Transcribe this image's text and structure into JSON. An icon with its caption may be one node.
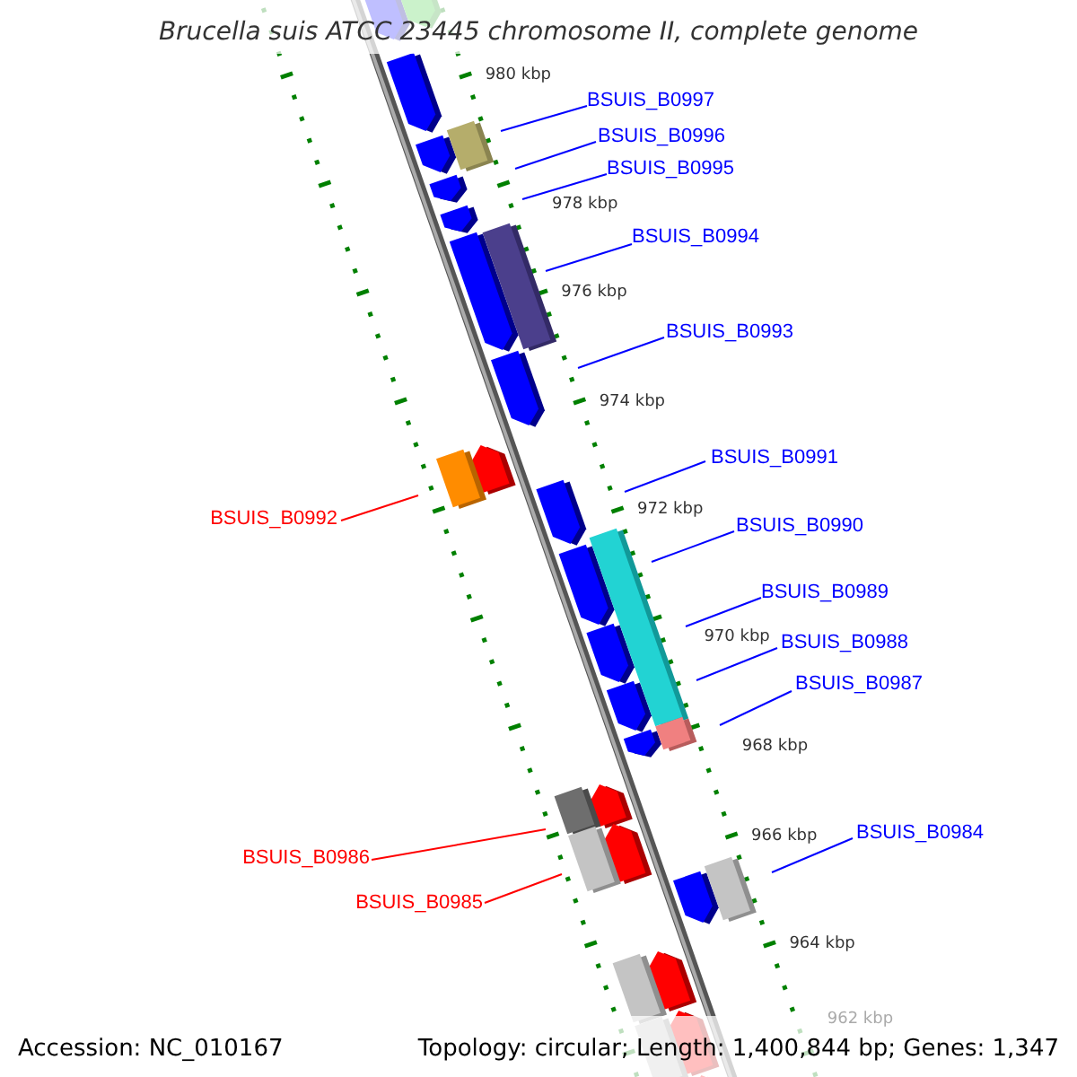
{
  "diagram": {
    "title": "Brucella suis ATCC 23445 chromosome II, complete genome",
    "nodes": [
      {
        "text": [
          "BSUIS_B0997"
        ]
      },
      {
        "text": [
          "BSUIS_B0996"
        ]
      },
      {
        "text": [
          "BSUIS_B0995"
        ]
      },
      {
        "text": [
          "BSUIS_B0994"
        ]
      },
      {
        "text": [
          "BSUIS_B0993"
        ]
      },
      {
        "text": [
          "BSUIS_B0991"
        ]
      },
      {
        "text": [
          "BSUIS_B0992"
        ]
      },
      {
        "text": [
          "BSUIS_B0990"
        ]
      },
      {
        "text": [
          "BSUIS_B0989"
        ]
      },
      {
        "text": [
          "BSUIS_B0988"
        ]
      },
      {
        "text": [
          "BSUIS_B0987"
        ]
      },
      {
        "text": [
          "BSUIS_B0984"
        ]
      },
      {
        "text": [
          "BSUIS_B0986"
        ]
      },
      {
        "text": [
          "BSUIS_B0985"
        ]
      }
    ],
    "edges": [
      {
        "from": 0,
        "to": null,
        "arrow": "none"
      },
      {
        "from": 1,
        "to": null,
        "arrow": "none"
      },
      {
        "from": 2,
        "to": null,
        "arrow": "none"
      },
      {
        "from": 3,
        "to": null,
        "arrow": "none"
      },
      {
        "from": 4,
        "to": null,
        "arrow": "none"
      },
      {
        "from": 5,
        "to": null,
        "arrow": "none"
      },
      {
        "from": 6,
        "to": null,
        "arrow": "none",
        "color": "#ff0000"
      },
      {
        "from": 7,
        "to": null,
        "arrow": "none"
      },
      {
        "from": 8,
        "to": null,
        "arrow": "none"
      },
      {
        "from": 9,
        "to": null,
        "arrow": "none"
      },
      {
        "from": 10,
        "to": null,
        "arrow": "none"
      },
      {
        "from": 11,
        "to": null,
        "arrow": "none"
      },
      {
        "from": 12,
        "to": null,
        "arrow": "none",
        "color": "#ff0000"
      },
      {
        "from": 13,
        "to": null,
        "arrow": "none",
        "color": "#ff0000"
      }
    ],
    "labels": [
      "980 kbp",
      "978 kbp",
      "976 kbp",
      "974 kbp",
      "972 kbp",
      "970 kbp",
      "968 kbp",
      "966 kbp",
      "964 kbp",
      "962 kbp",
      "Accession: NC_010167",
      "Topology: circular; Length: 1,400,844 bp; Genes: 1,347"
    ]
  }
}
